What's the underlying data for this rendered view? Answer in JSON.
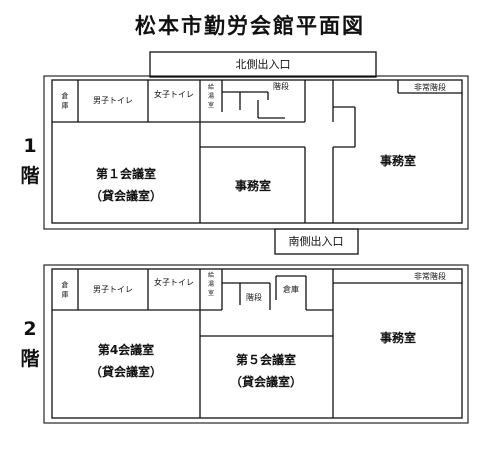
{
  "title": "松本市勤労会館平面図",
  "entrances": {
    "north": "北側出入口",
    "south": "南側出入口"
  },
  "floor1": {
    "number": "1",
    "kai": "階",
    "storage": [
      "倉",
      "庫"
    ],
    "mens_toilet": "男子トイレ",
    "womens_toilet": "女子トイレ",
    "kitchen": [
      "給",
      "湯",
      "室"
    ],
    "stairs": "階段",
    "emergency_stairs": "非常階段",
    "meeting_room": "第１会議室",
    "meeting_room_sub": "（貸会議室）",
    "office_center": "事務室",
    "office_right": "事務室"
  },
  "floor2": {
    "number": "2",
    "kai": "階",
    "storage_left": [
      "倉",
      "庫"
    ],
    "mens_toilet": "男子トイレ",
    "womens_toilet": "女子トイレ",
    "kitchen": [
      "給",
      "湯",
      "室"
    ],
    "stairs": "階段",
    "storage_center": "倉庫",
    "emergency_stairs": "非常階段",
    "meeting_room_4": "第4会議室",
    "meeting_room_4_sub": "（貸会議室）",
    "meeting_room_5": "第５会議室",
    "meeting_room_5_sub": "（貸会議室）",
    "office_right": "事務室"
  }
}
